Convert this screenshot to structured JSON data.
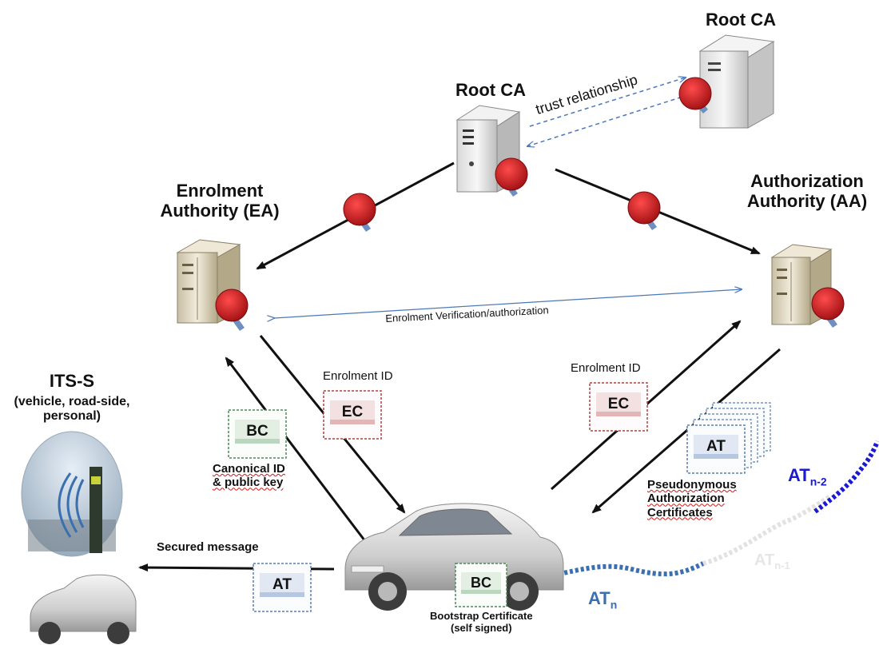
{
  "labels": {
    "root_ca_left": "Root CA",
    "root_ca_right": "Root CA",
    "trust_relationship": "trust relationship",
    "ea_line1": "Enrolment",
    "ea_line2": "Authority (EA)",
    "aa_line1": "Authorization",
    "aa_line2": "Authority (AA)",
    "enrolment_verification": "Enrolment Verification/authorization",
    "its_s_title": "ITS-S",
    "its_s_line1": "(vehicle, road-side,",
    "its_s_line2": "personal)",
    "enrolment_id_left": "Enrolment ID",
    "enrolment_id_right": "Enrolment ID",
    "canonical_line1": "Canonical ID",
    "canonical_line2": "& public key",
    "pseudo_line1": "Pseudonymous",
    "pseudo_line2": "Authorization",
    "pseudo_line3": "Certificates",
    "secured_message": "Secured message",
    "bootstrap_line1": "Bootstrap Certificate",
    "bootstrap_line2": "(self signed)",
    "at_n": "AT",
    "at_n_sub": "n",
    "at_n1": "AT",
    "at_n1_sub": "n-1",
    "at_n2": "AT",
    "at_n2_sub": "n-2"
  },
  "certificates": {
    "bc": "BC",
    "ec": "EC",
    "at": "AT"
  },
  "colors": {
    "seal": "#c4161c",
    "cert_green": "#4e8a5a",
    "cert_red": "#b0413e",
    "cert_blue": "#5a7fb0",
    "trail_blue": "#3a6fb0",
    "trail_dark_blue": "#1a1ad0",
    "arrow": "#111111",
    "link_blue": "#4a78b8"
  },
  "icons": [
    "server-icon",
    "seal-icon",
    "certificate-icon",
    "car-icon",
    "roadside-unit-icon"
  ]
}
